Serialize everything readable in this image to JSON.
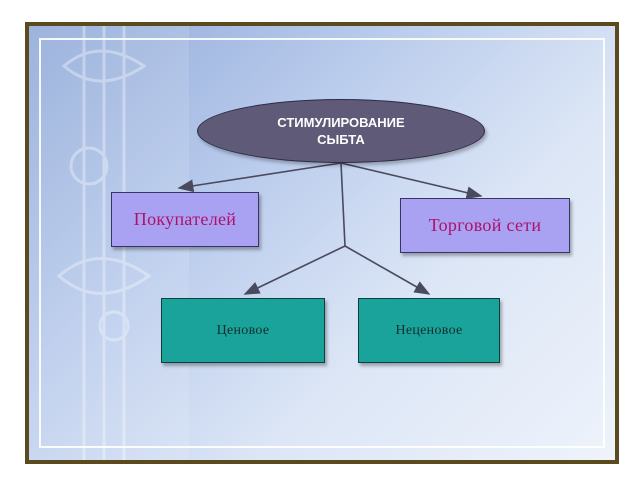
{
  "diagram": {
    "root": {
      "label": "СТИМУЛИРОВАНИЕ СЫБТА"
    },
    "left": {
      "label": "Покупателей"
    },
    "right": {
      "label": "Торговой сети"
    },
    "bottom_left": {
      "label": "Ценовое"
    },
    "bottom_right": {
      "label": "Неценовое"
    }
  },
  "colors": {
    "frame_border": "#5a4a1e",
    "root_fill": "#5e5a78",
    "purple_box": "#a9a2f2",
    "purple_text": "#b0106a",
    "teal_box": "#1aa39a",
    "connector": "#4a4a5e"
  }
}
